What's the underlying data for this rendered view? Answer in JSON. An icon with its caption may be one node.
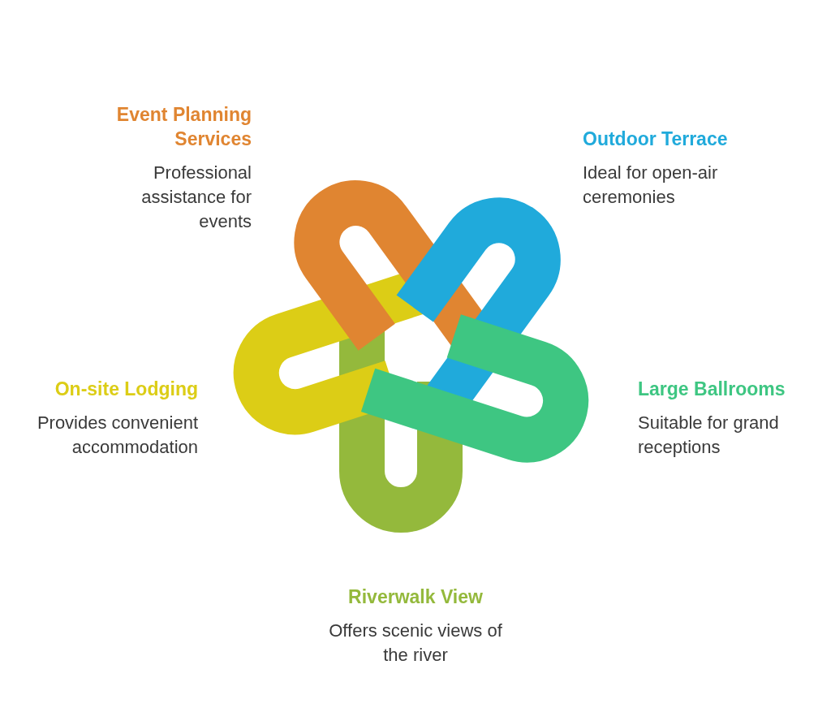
{
  "diagram": {
    "nodes": [
      {
        "text": [
          "Event Planning Services",
          "Professional assistance for events"
        ]
      },
      {
        "text": [
          "Outdoor Terrace",
          "Ideal for open-air ceremonies"
        ]
      },
      {
        "text": [
          "On-site Lodging",
          "Provides convenient accommodation"
        ]
      },
      {
        "text": [
          "Large Ballrooms",
          "Suitable for grand receptions"
        ]
      },
      {
        "text": [
          "Riverwalk View",
          "Offers scenic views of the river"
        ]
      }
    ]
  }
}
